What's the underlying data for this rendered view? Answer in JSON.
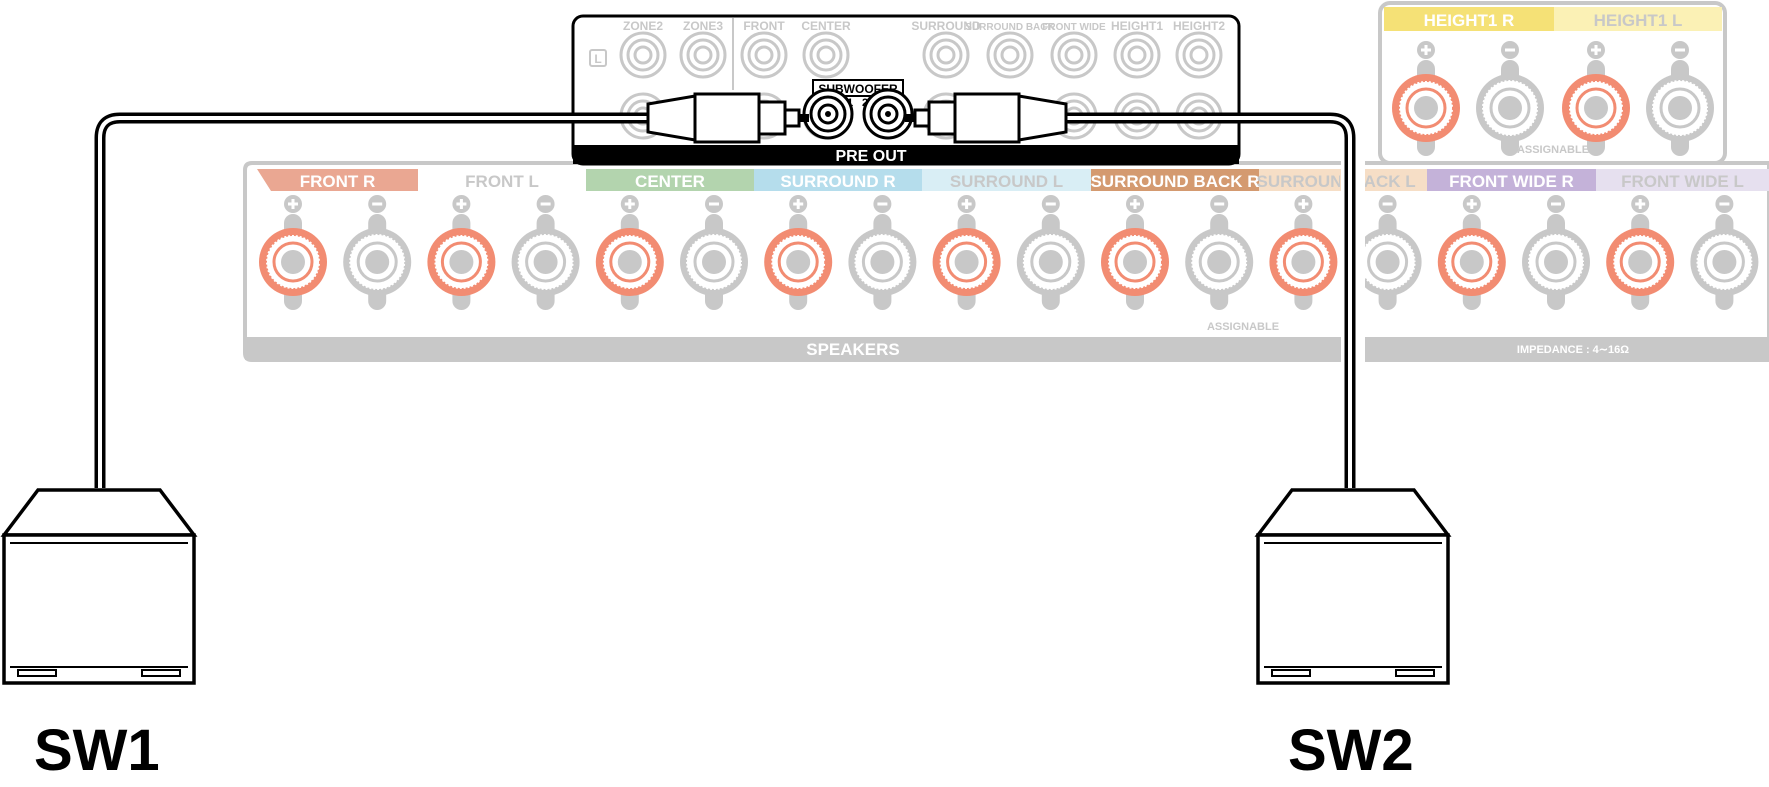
{
  "preout": {
    "top_labels": [
      "ZONE2",
      "ZONE3",
      "FRONT",
      "CENTER",
      "SURROUND",
      "SURROUND BACK",
      "FRONT WIDE",
      "HEIGHT1",
      "HEIGHT2"
    ],
    "l_marker": "L",
    "subwoofer_label": "SUBWOOFER",
    "sub_1": "1",
    "sub_2": "2",
    "title": "PRE OUT"
  },
  "height_panel": {
    "headers": [
      {
        "text": "HEIGHT1",
        "badge": "R",
        "color": "#f5e176"
      },
      {
        "text": "HEIGHT1",
        "badge": "L",
        "color": "#fbf1b5"
      }
    ],
    "assignable": "ASSIGNABLE"
  },
  "speakers": {
    "headers": [
      {
        "text": "FRONT",
        "badge": "R",
        "color": "#eaa792"
      },
      {
        "text": "FRONT",
        "badge": "L",
        "color": "#ffffff"
      },
      {
        "text": "CENTER",
        "badge": "",
        "color": "#b3d4ae"
      },
      {
        "text": "SURROUND",
        "badge": "R",
        "color": "#b5ddec"
      },
      {
        "text": "SURROUND",
        "badge": "L",
        "color": "#d9eef5"
      },
      {
        "text": "SURROUND BACK",
        "badge": "R",
        "color": "#d49a70"
      },
      {
        "text": "SURROUN",
        "badge": "",
        "color": "#f6dec6"
      },
      {
        "text": "BACK",
        "badge": "L",
        "color": "#f6dec6"
      },
      {
        "text": "FRONT WIDE",
        "badge": "R",
        "color": "#c4b2d9"
      },
      {
        "text": "FRONT WIDE",
        "badge": "L",
        "color": "#e6e0ef"
      }
    ],
    "plus": "+",
    "minus": "−",
    "assignable": "ASSIGNABLE",
    "footer": "SPEAKERS",
    "impedance": "IMPEDANCE : 4∼16Ω"
  },
  "subwoofers": [
    {
      "label": "SW1"
    },
    {
      "label": "SW2"
    }
  ],
  "colors": {
    "panel_gray": "#c8c8c8",
    "terminal_red": "#f28c72",
    "cable": "#000000"
  }
}
